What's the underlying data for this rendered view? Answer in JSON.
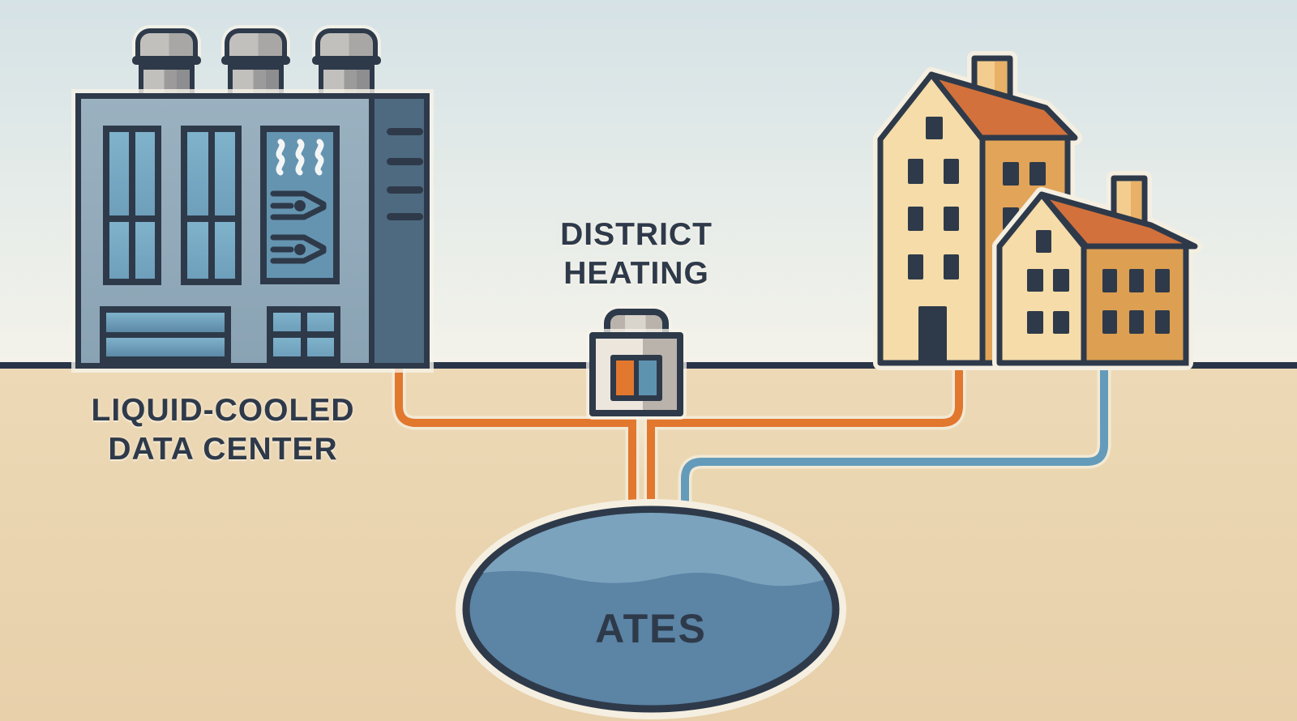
{
  "labels": {
    "data_center": {
      "line1": "LIQUID-COOLED",
      "line2": "DATA CENTER"
    },
    "district_heating": {
      "line1": "DISTRICT",
      "line2": "HEATING"
    },
    "storage": {
      "label": "ATES"
    }
  },
  "icons": {
    "heat_waves_icon": "〰〰〰",
    "server_trace_icon": "⌁",
    "roof_vent_icon": "▢",
    "heat_exchanger_icon": "▣",
    "warm_pipe_icon": "━",
    "cold_pipe_icon": "━"
  },
  "colors": {
    "navy": "#2E3A4A",
    "ink": "#2A3547",
    "skyTop": "#D5E2E6",
    "skyMid": "#E6ECE9",
    "skyBottom": "#F4F2EA",
    "ground": "#EDD9B6",
    "groundDeep": "#E7D0AA",
    "pedestal": "#F2E7CF",
    "warm": "#E2772E",
    "cold": "#649BBA",
    "coldPane": "#5E93B0",
    "pipeHalo": "#F2E9D4",
    "dcFacade": "#8AA3B4",
    "dcFacadeLight": "#9AB1C0",
    "dcColumn": "#4E6A80",
    "glass": "#6E9FBB",
    "glassLight": "#7FB2CB",
    "glassDeep": "#5C89A7",
    "panel": "#6594B0",
    "white": "#F4F6F6",
    "ventLight": "#C2C0BD",
    "ventMid": "#9C9B9B",
    "ventDark": "#8E8E90",
    "ventDome": "#A9A7A5",
    "metalHandle": "#D9D4CC",
    "boxLight": "#ECE6DD",
    "boxDark": "#BAB3AB",
    "cream": "#F6DCA9",
    "houseOrange": "#E2A458",
    "houseOrangeDark": "#DD9F51",
    "roof": "#D2713B",
    "chimneyLight": "#F3CD8F",
    "chimneyDark": "#E8B167",
    "ates": "#5B84A5",
    "atesTop": "#7BA3BE",
    "halo": "#F5EFE1"
  }
}
